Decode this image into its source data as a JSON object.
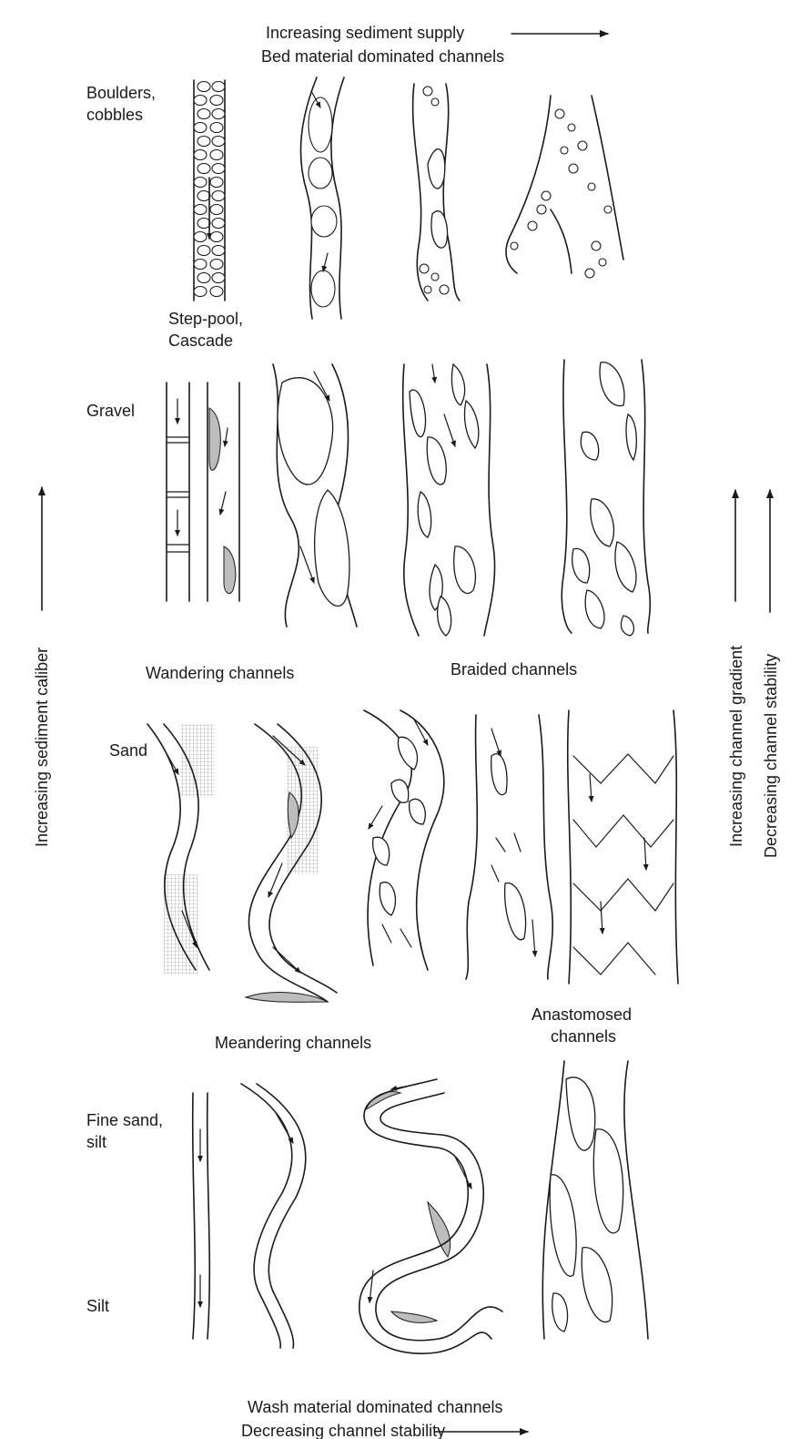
{
  "header": {
    "top_arrow_label": "Increasing sediment supply",
    "top_subtitle": "Bed material dominated channels"
  },
  "footer": {
    "bottom_subtitle": "Wash material dominated channels",
    "bottom_arrow_label": "Decreasing channel stability"
  },
  "side_labels": {
    "left": "Increasing sediment caliber",
    "right_1": "Increasing channel gradient",
    "right_2": "Decreasing channel stability"
  },
  "row_labels": {
    "boulders": "Boulders, cobbles",
    "gravel": "Gravel",
    "sand": "Sand",
    "fine_sand": "Fine sand, silt",
    "silt": "Silt"
  },
  "channel_type_labels": {
    "step_pool": "Step-pool, Cascade",
    "wandering": "Wandering channels",
    "braided": "Braided channels",
    "meandering": "Meandering channels",
    "anastomosed": "Anastomosed channels"
  },
  "icons": [
    "arrow-right-icon",
    "arrow-up-icon",
    "channel-sketch-icon"
  ]
}
